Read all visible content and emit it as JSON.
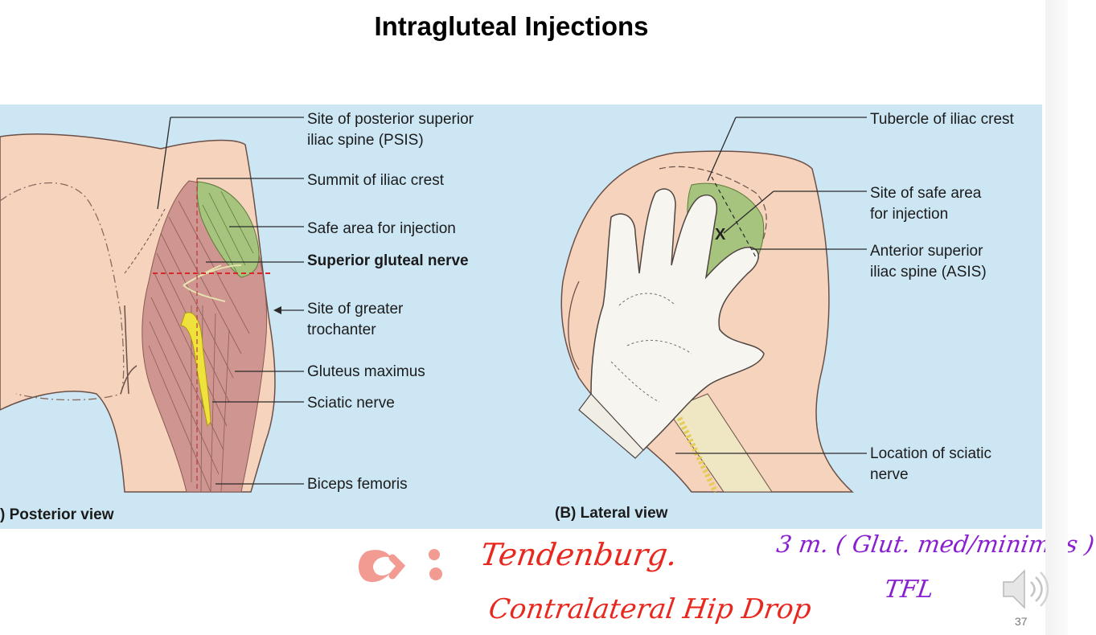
{
  "slide": {
    "title": "Intragluteal Injections",
    "page_number": "37"
  },
  "posterior_view": {
    "caption": ") Posterior view",
    "labels": {
      "psis_line1": "Site of posterior superior",
      "psis_line2": "iliac spine (PSIS)",
      "summit": "Summit of iliac crest",
      "safe_area": "Safe area for injection",
      "superior_gluteal_nerve": "Superior gluteal nerve",
      "greater_trochanter_line1": "Site of greater",
      "greater_trochanter_line2": "trochanter",
      "gluteus_maximus": "Gluteus maximus",
      "sciatic_nerve": "Sciatic nerve",
      "biceps_femoris": "Biceps femoris"
    }
  },
  "lateral_view": {
    "caption": "(B) Lateral view",
    "marker": "X",
    "labels": {
      "tubercle": "Tubercle of iliac crest",
      "safe_line1": "Site of safe area",
      "safe_line2": "for injection",
      "asis_line1": "Anterior superior",
      "asis_line2": "iliac spine (ASIS)",
      "sciatic_line1": "Location of sciatic",
      "sciatic_line2": "nerve"
    }
  },
  "annotations": {
    "red_line1": "Tendenburg.",
    "red_line2": "Contralateral  Hip  Drop",
    "purple_line1": "3 m. ( Glut. med/minimus )",
    "purple_line2": "TFL",
    "red_color": "#e8281e",
    "purple_color": "#8a1fd0",
    "pink_color": "#f08a80"
  },
  "colors": {
    "figure_background": "#cde6f4",
    "skin": "#f5d3bd",
    "safe_area": "#a7c47e",
    "muscle": "#c98c88",
    "nerve": "#f0e23c"
  },
  "icons": {
    "speaker": "speaker-icon"
  }
}
